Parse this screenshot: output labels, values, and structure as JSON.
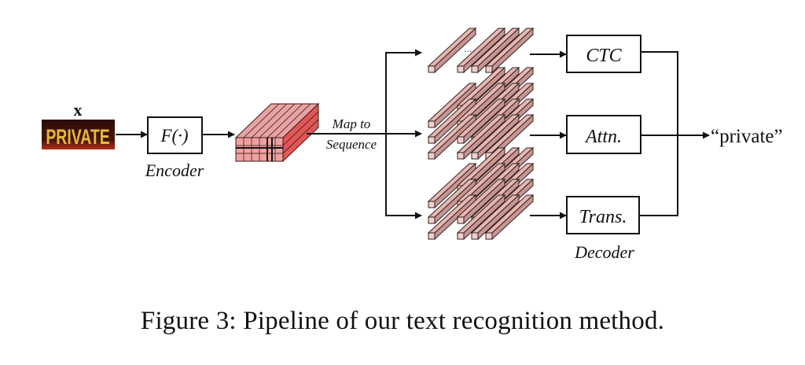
{
  "diagram": {
    "input": {
      "variable": "x",
      "image_text": "PRIVATE"
    },
    "encoder": {
      "box_label": "F(·)",
      "caption": "Encoder"
    },
    "map_to_sequence": {
      "line1": "Map to",
      "line2": "Sequence"
    },
    "sequence_ellipsis": "...",
    "decoders": [
      {
        "label": "CTC"
      },
      {
        "label": "Attn."
      },
      {
        "label": "Trans."
      }
    ],
    "decoder_caption": "Decoder",
    "output": "“private”"
  },
  "colors": {
    "feature_face": "#e88a8a",
    "feature_dark": "#c24848",
    "bar_fill": "#e7b7b2",
    "bar_edge": "#3a2a2a",
    "stroke": "#111111",
    "image_bg": "#3a1208",
    "image_text": "#e6b93a"
  },
  "caption": "Figure 3: Pipeline of our text recognition method."
}
